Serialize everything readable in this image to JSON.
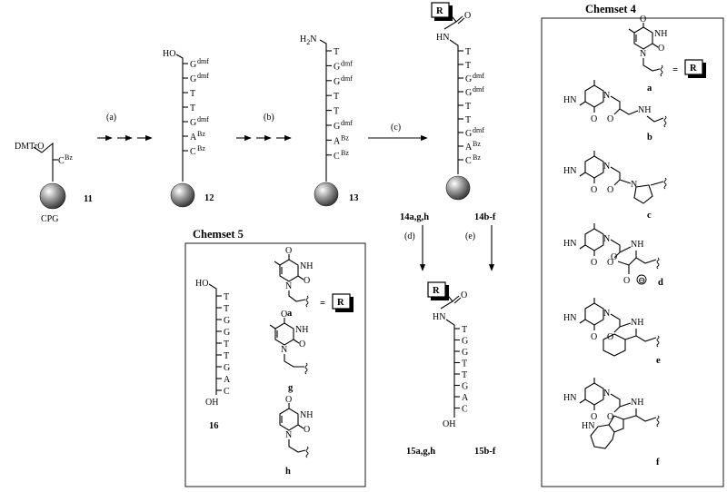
{
  "chemset4": {
    "title": "Chemset 4",
    "labels": [
      "a",
      "b",
      "c",
      "d",
      "e",
      "f"
    ],
    "R_badge": "R",
    "equals": "="
  },
  "chemset5": {
    "title": "Chemset 5",
    "labels": [
      "a",
      "g",
      "h"
    ],
    "compound": "16",
    "sequence": [
      "T",
      "T",
      "G",
      "G",
      "T",
      "T",
      "G",
      "A",
      "C"
    ],
    "top_group": "HO",
    "bottom_group": "OH",
    "equals": "=",
    "R_badge": "R"
  },
  "compounds": {
    "c11": {
      "label": "11",
      "support": "CPG",
      "protect": "DMTrO",
      "base": "C",
      "base_sup": "Bz"
    },
    "c12": {
      "label": "12",
      "top_group": "HO",
      "chain": [
        [
          "G",
          "dmf"
        ],
        [
          "G",
          "dmf"
        ],
        [
          "T",
          ""
        ],
        [
          "T",
          ""
        ],
        [
          "G",
          "dmf"
        ],
        [
          "A",
          "Bz"
        ],
        [
          "C",
          "Bz"
        ]
      ]
    },
    "c13": {
      "label": "13",
      "top_group": "H2N",
      "chain": [
        [
          "T",
          ""
        ],
        [
          "G",
          "dmf"
        ],
        [
          "G",
          "dmf"
        ],
        [
          "T",
          ""
        ],
        [
          "T",
          ""
        ],
        [
          "G",
          "dmf"
        ],
        [
          "A",
          "Bz"
        ],
        [
          "C",
          "Bz"
        ]
      ]
    },
    "c14": {
      "label_left": "14a,g,h",
      "label_right": "14b-f",
      "amide": "HN",
      "R_badge": "R",
      "chain": [
        [
          "T",
          ""
        ],
        [
          "T",
          ""
        ],
        [
          "G",
          "dmf"
        ],
        [
          "G",
          "dmf"
        ],
        [
          "T",
          ""
        ],
        [
          "T",
          ""
        ],
        [
          "G",
          "dmf"
        ],
        [
          "A",
          "Bz"
        ],
        [
          "C",
          "Bz"
        ]
      ]
    },
    "c15": {
      "label_left": "15a,g,h",
      "label_right": "15b-f",
      "amide": "HN",
      "R_badge": "R",
      "chain": [
        "T",
        "G",
        "G",
        "T",
        "T",
        "G",
        "A",
        "C"
      ],
      "bottom_group": "OH"
    }
  },
  "steps": {
    "a": "(a)",
    "b": "(b)",
    "c": "(c)",
    "d": "(d)",
    "e": "(e)"
  },
  "atoms": {
    "O": "O",
    "N": "N",
    "HN": "HN",
    "NH": "NH",
    "O_minus": "⊖"
  }
}
